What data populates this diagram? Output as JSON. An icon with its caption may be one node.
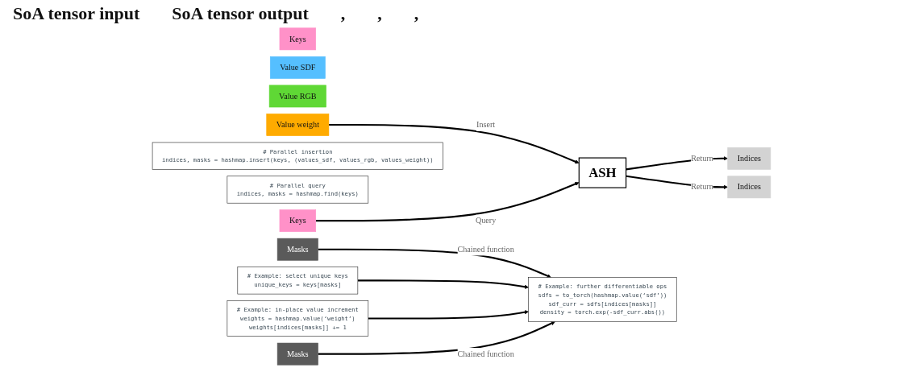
{
  "diagram": {
    "nodes": [
      {
        "text": [
          "Keys"
        ]
      },
      {
        "text": [
          "Value SDF"
        ]
      },
      {
        "text": [
          "Value RGB"
        ]
      },
      {
        "text": [
          "Value weight"
        ]
      },
      {
        "text": [
          "# Parallel insertion",
          "indices, masks = hashmap.insert(keys, (values_sdf, values_rgb, values_weight))"
        ]
      },
      {
        "text": [
          "# Parallel query",
          "indices, masks = hashmap.find(keys)"
        ]
      },
      {
        "text": [
          "Keys"
        ]
      },
      {
        "text": [
          "ASH"
        ]
      },
      {
        "text": [
          "Indices"
        ]
      },
      {
        "text": [
          "Masks"
        ]
      },
      {
        "text": [
          "# Example: select unique keys",
          "unique_keys = keys[masks]"
        ]
      },
      {
        "text": [
          "# Example: in-place value increment",
          "weights = hashmap.value(‘weight’)",
          "weights[indices[masks]] += 1"
        ]
      },
      {
        "text": [
          "Indices"
        ]
      },
      {
        "text": [
          "Masks"
        ]
      },
      {
        "text": [
          "# Example: further differentiable ops",
          "sdfs = to_torch(hashmap.value(‘sdf’))",
          "sdf_curr = sdfs[indices[masks]]",
          "density = torch.exp(-sdf_curr.abs())"
        ]
      }
    ],
    "edges": [
      {
        "from": 3,
        "to": 7,
        "arrow": "to",
        "label": "Insert"
      },
      {
        "from": 6,
        "to": 7,
        "arrow": "to",
        "label": "Query"
      },
      {
        "from": 7,
        "to": 8,
        "arrow": "to",
        "label": "Return"
      },
      {
        "from": 7,
        "to": 12,
        "arrow": "to",
        "label": "Return"
      },
      {
        "from": 9,
        "to": 14,
        "arrow": "to",
        "label": "Chained function"
      },
      {
        "from": 10,
        "to": 14,
        "arrow": "to"
      },
      {
        "from": 11,
        "to": 14,
        "arrow": "to"
      },
      {
        "from": 13,
        "to": 14,
        "arrow": "to",
        "label": "Chained function"
      }
    ],
    "labels": [
      "SoA tensor input",
      "SoA tensor output",
      ",",
      ",",
      ","
    ]
  }
}
